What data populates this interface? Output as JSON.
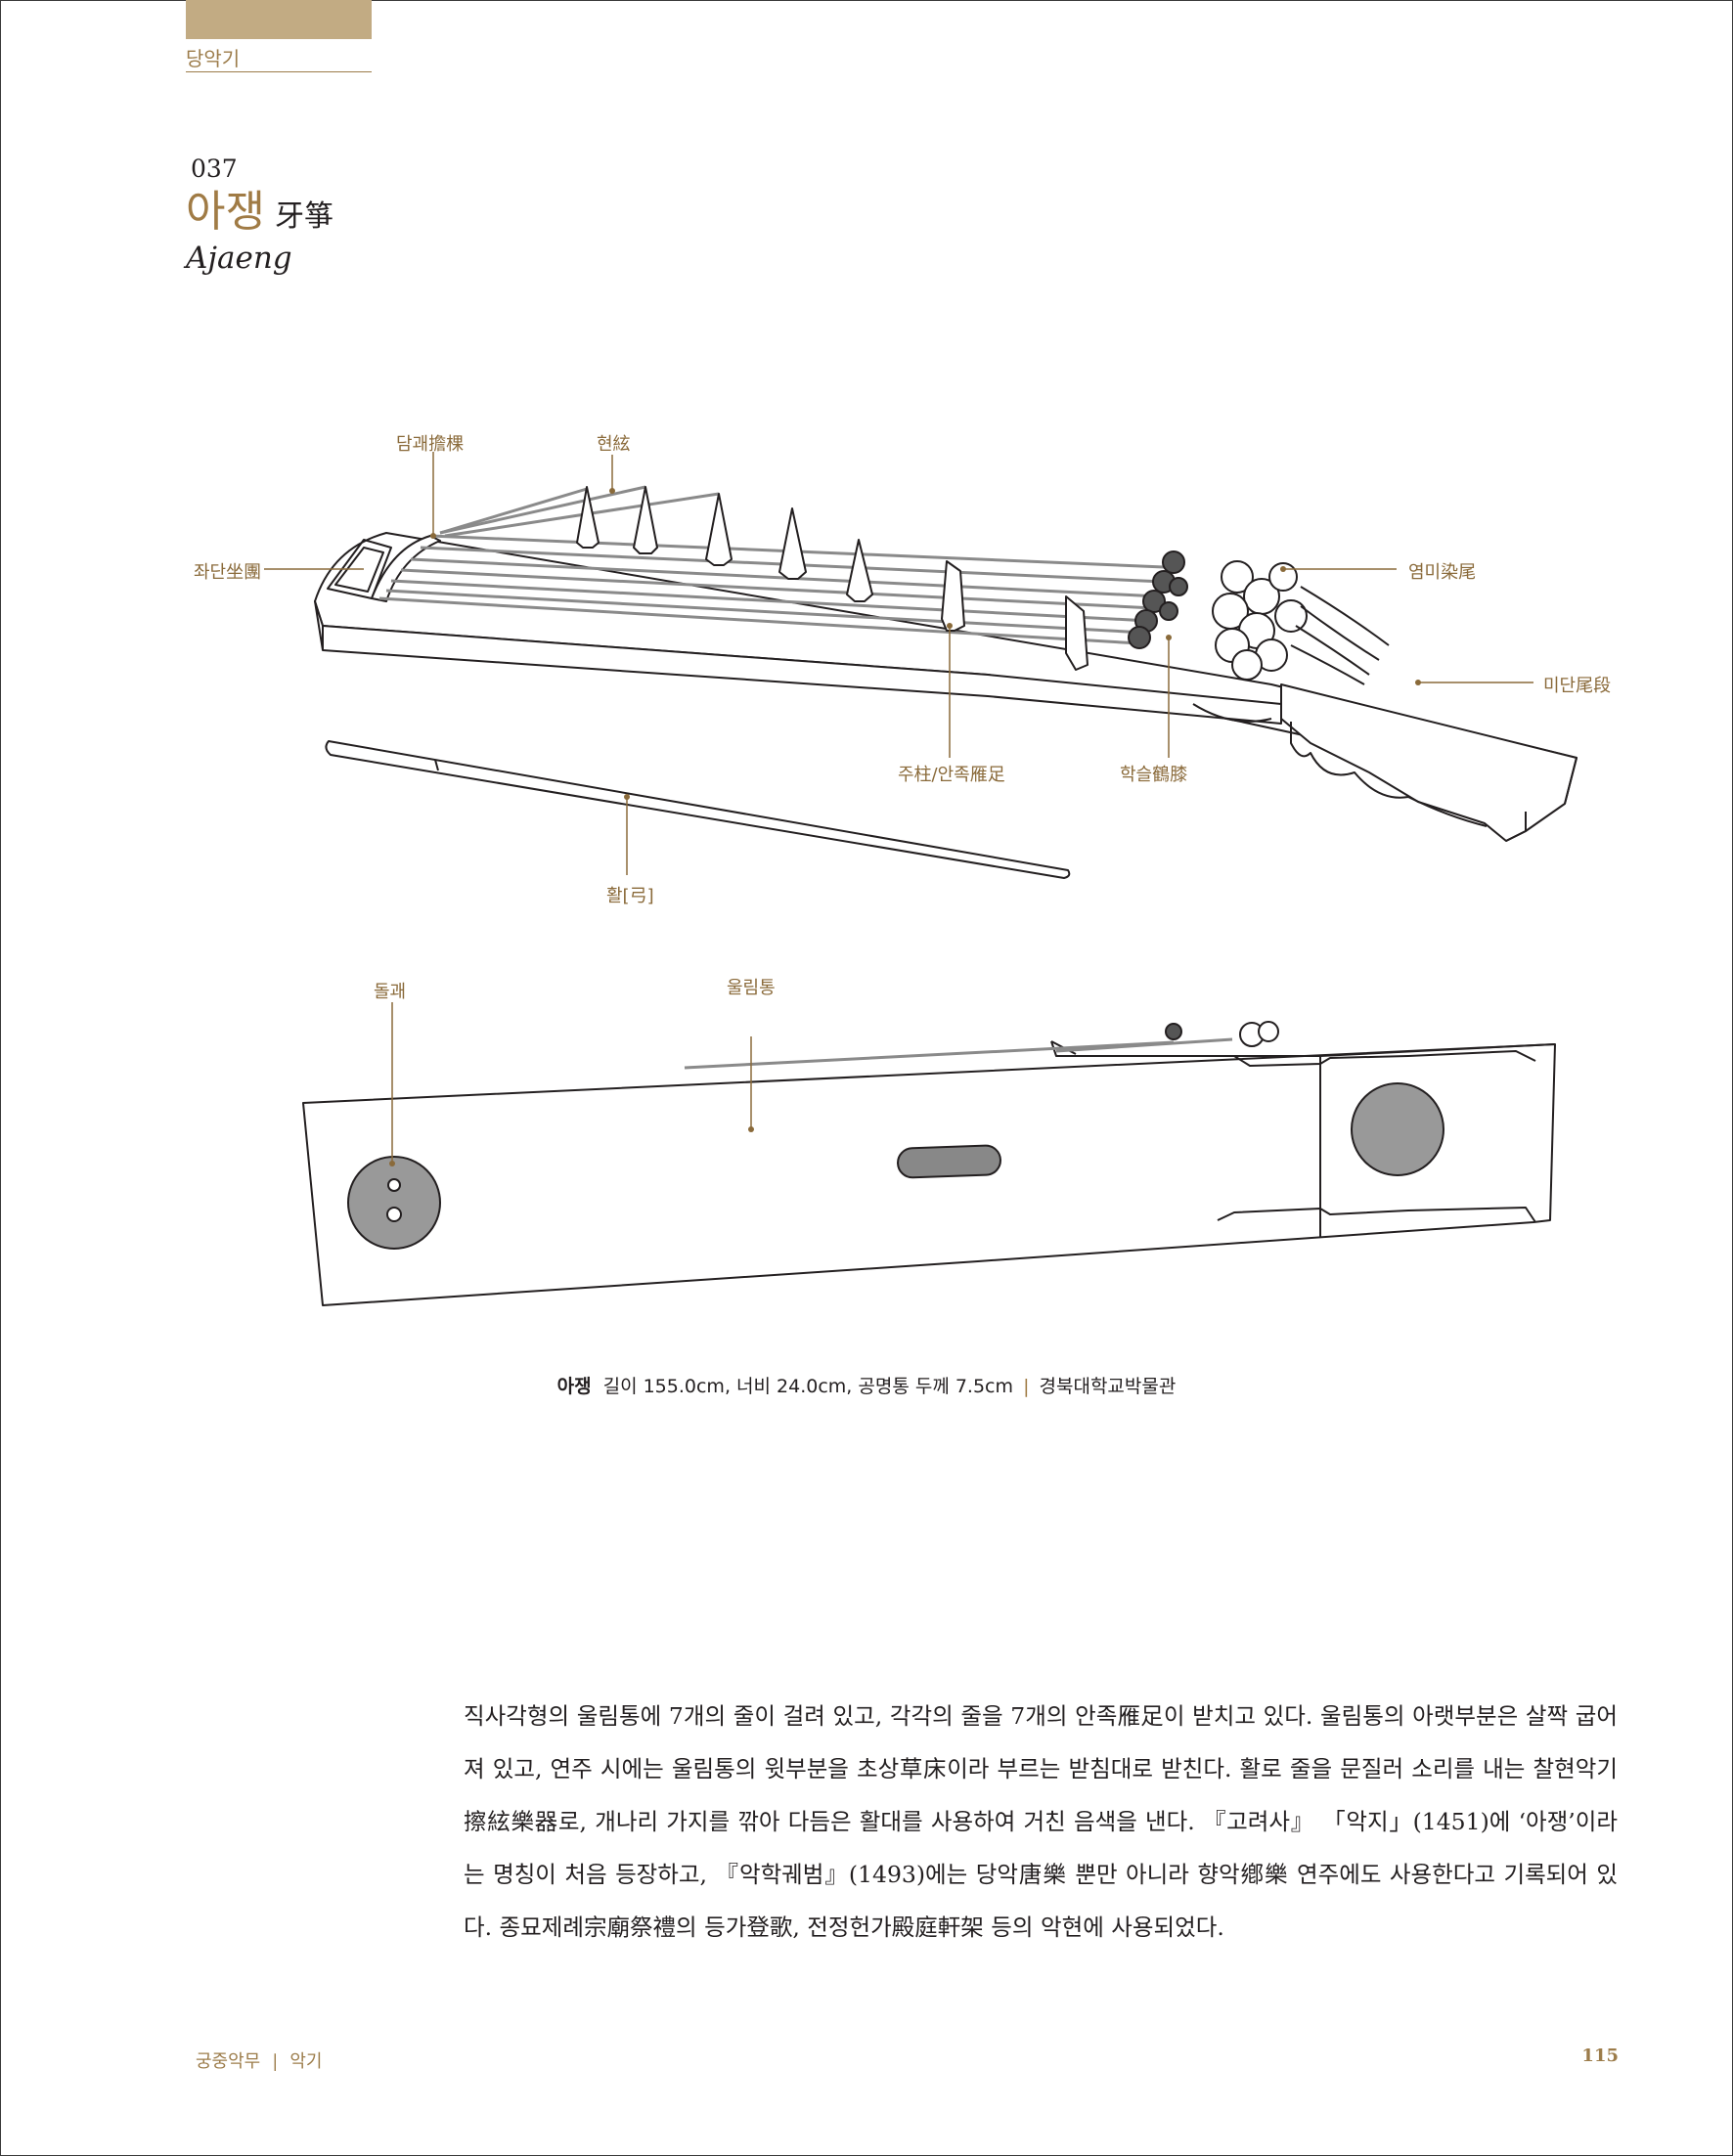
{
  "header": {
    "category": "당악기"
  },
  "instrument": {
    "number": "037",
    "name_korean": "아쟁",
    "name_hanja": "牙箏",
    "name_english": "Ajaeng"
  },
  "labels": {
    "damgwae": "담괘擔棵",
    "hyeon": "현絃",
    "jwadan": "좌단坐團",
    "yeommi": "염미染尾",
    "midan": "미단尾段",
    "anjok": "주柱/안족雁足",
    "hakseul": "학슬鶴膝",
    "bow": "활[弓]",
    "dolgwae": "돌괘",
    "ullimtong": "울림통"
  },
  "caption": {
    "name": "아쟁",
    "dimensions": "길이 155.0cm, 너비 24.0cm, 공명통 두께 7.5cm",
    "separator": "|",
    "source": "경북대학교박물관"
  },
  "body_text": "직사각형의 울림통에 7개의 줄이 걸려 있고, 각각의 줄을 7개의 안족雁足이 받치고 있다. 울림통의 아랫부분은 살짝 굽어져 있고, 연주 시에는 울림통의 윗부분을 초상草床이라 부르는 받침대로 받친다. 활로 줄을 문질러 소리를 내는 찰현악기擦絃樂器로, 개나리 가지를 깎아 다듬은 활대를 사용하여 거친 음색을 낸다. 『고려사』 「악지」(1451)에 ‘아쟁’이라는 명칭이 처음 등장하고, 『악학궤범』(1493)에는 당악唐樂 뿐만 아니라 향악鄕樂 연주에도 사용한다고 기록되어 있다. 종묘제례宗廟祭禮의 등가登歌, 전정헌가殿庭軒架 등의 악현에 사용되었다.",
  "footer": {
    "book": "궁중악무",
    "separator": "|",
    "section": "악기",
    "page_number": "115"
  },
  "colors": {
    "accent": "#a07b45",
    "header_box": "#c2ab83",
    "text": "#231f20"
  }
}
